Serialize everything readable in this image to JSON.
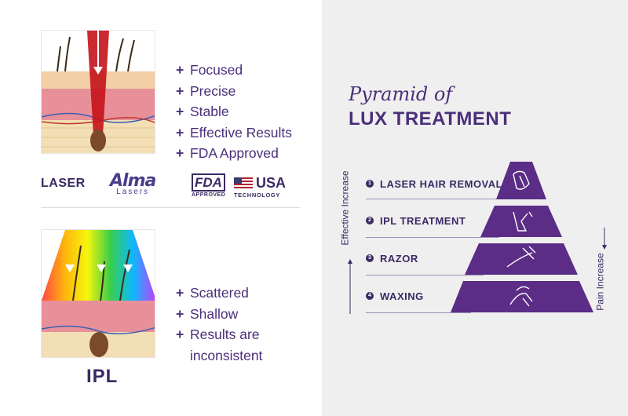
{
  "laser": {
    "bullets": [
      "Focused",
      "Precise",
      "Stable",
      "Effective Results",
      "FDA Approved"
    ],
    "caption": "LASER"
  },
  "logos": {
    "alma": {
      "word": "Alma",
      "sub": "Lasers"
    },
    "fda": {
      "word": "FDA",
      "sub": "APPROVED"
    },
    "usa": {
      "word": "USA",
      "sub": "TECHNOLOGY"
    }
  },
  "ipl": {
    "bullets": [
      "Scattered",
      "Shallow",
      "Results are inconsistent"
    ],
    "caption": "IPL"
  },
  "pyramid": {
    "title_script": "Pyramid of",
    "title_main": "LUX TREATMENT",
    "color": "#5b2d86",
    "tiers": [
      {
        "num": "1",
        "label": "LASER HAIR REMOVAL",
        "icon": "laser-hair-icon"
      },
      {
        "num": "2",
        "label": "IPL TREATMENT",
        "icon": "ipl-leg-icon"
      },
      {
        "num": "3",
        "label": "RAZOR",
        "icon": "razor-icon"
      },
      {
        "num": "4",
        "label": "WAXING",
        "icon": "waxing-icon"
      }
    ],
    "left_axis": "Effective Increase",
    "right_axis": "Pain Increase"
  }
}
